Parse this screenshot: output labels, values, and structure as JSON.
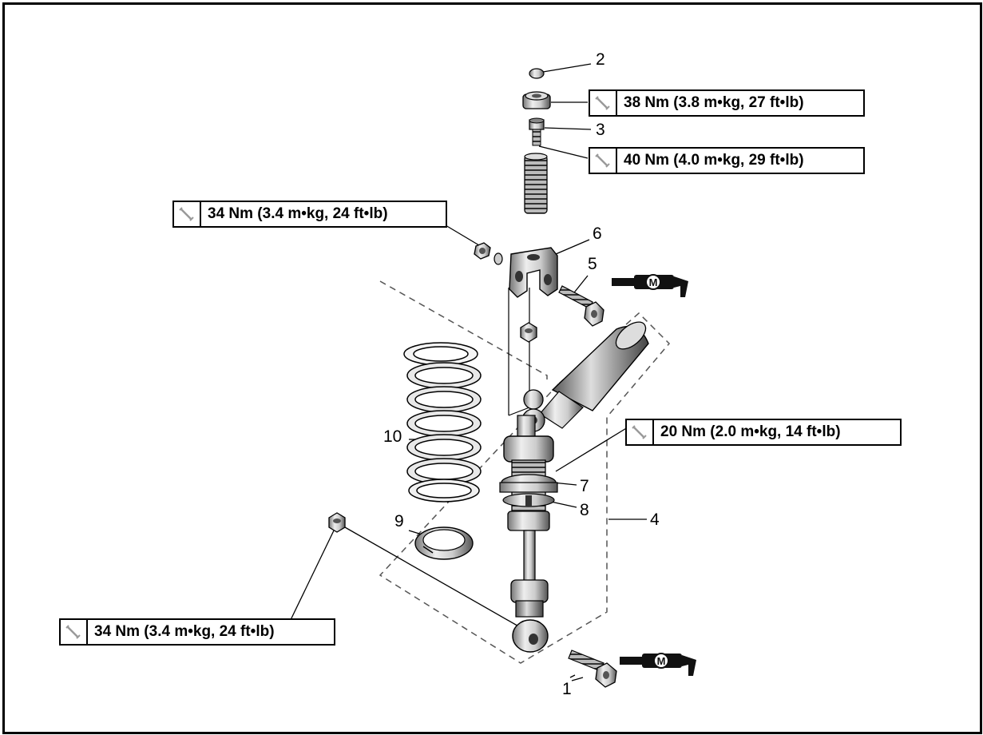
{
  "part_numbers": [
    "1",
    "2",
    "3",
    "4",
    "5",
    "6",
    "7",
    "8",
    "9",
    "10"
  ],
  "torque_callouts": [
    {
      "id": "cap-nut",
      "text": "38 Nm (3.8 m•kg, 27 ft•lb)"
    },
    {
      "id": "adjuster-bolt",
      "text": "40 Nm (4.0 m•kg, 29 ft•lb)"
    },
    {
      "id": "bracket-nut",
      "text": "34 Nm (3.4 m•kg, 24 ft•lb)"
    },
    {
      "id": "locknut",
      "text": "20 Nm (2.0 m•kg, 14 ft•lb)"
    },
    {
      "id": "lower-nut",
      "text": "34 Nm (3.4 m•kg, 24 ft•lb)"
    }
  ],
  "grease_symbol": "M",
  "icons": [
    "torque-wrench-icon",
    "molybdenum-grease-icon"
  ]
}
